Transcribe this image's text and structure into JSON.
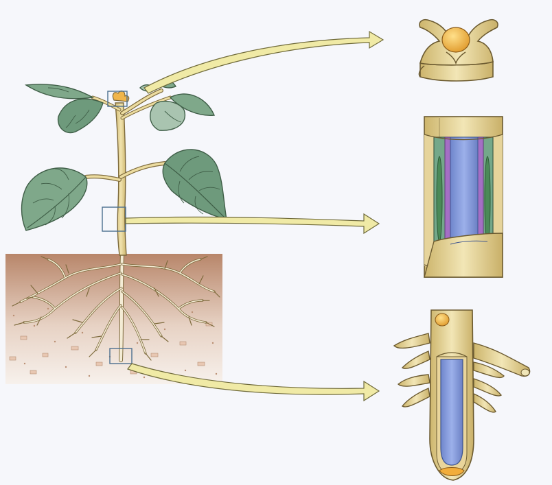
{
  "diagram": {
    "colors": {
      "background": "#f6f7fb",
      "soil_top": "#b9876b",
      "soil_bottom": "#f4ede7",
      "stem": "#e2cd8e",
      "stem_outline": "#7d6a3c",
      "leaf": "#7fa88a",
      "leaf_dark": "#5d8a6b",
      "arrow": "#f0eaa6",
      "arrow_outline": "#6f6a3a",
      "vascular_blue": "#7c93d9",
      "cambium_purple": "#a46fc4",
      "cortex_green": "#74a88a",
      "meristem_orange": "#f2ad3b",
      "highlight_box": "#4c6f8f"
    },
    "panels": [
      {
        "name": "shoot-apex"
      },
      {
        "name": "stem-section"
      },
      {
        "name": "root-tip"
      }
    ]
  }
}
